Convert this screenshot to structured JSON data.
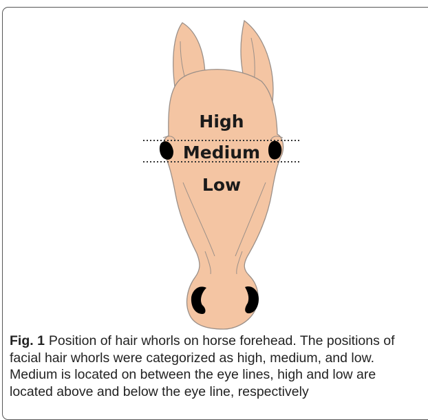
{
  "figure": {
    "zones": {
      "high": "High",
      "medium": "Medium",
      "low": "Low"
    },
    "caption": {
      "label": "Fig. 1",
      "text": "Position of hair whorls on horse forehead. The positions of facial hair whorls were categorized as high, medium, and low. Medium is located on between the eye lines, high and low are located above and below the eye line, respectively"
    },
    "colors": {
      "coat": "#f4c5a3",
      "outline": "#9a8f88",
      "eyes_nostrils": "#000000",
      "dotted_line": "#333333"
    },
    "icons": [
      "horse-head",
      "eye",
      "nostril"
    ]
  }
}
